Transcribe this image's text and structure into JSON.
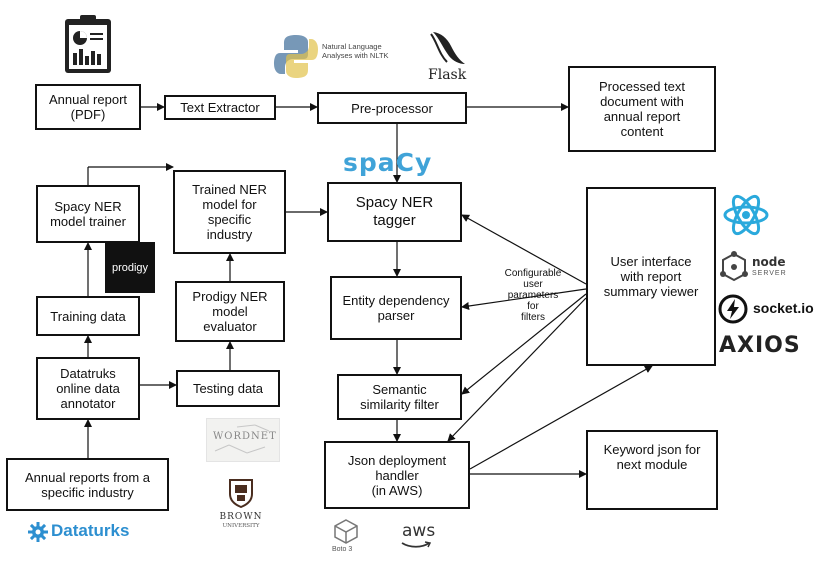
{
  "nodes": {
    "annual_report": "Annual report\n(PDF)",
    "text_extractor": "Text Extractor",
    "pre_processor": "Pre-processor",
    "processed_doc": "Processed text\ndocument with\nannual report\ncontent",
    "ner_trainer": "Spacy NER\nmodel trainer",
    "trained_ner": "Trained NER\nmodel for\nspecific\nindustry",
    "ner_tagger": "Spacy NER\ntagger",
    "user_interface": "User interface\nwith report\nsummary viewer",
    "training_data": "Training data",
    "prodigy_evaluator": "Prodigy NER\nmodel\nevaluator",
    "entity_parser": "Entity dependency\nparser",
    "datatruks": "Datatruks\nonline data\nannotator",
    "testing_data": "Testing data",
    "semantic_filter": "Semantic\nsimilarity filter",
    "json_handler": "Json deployment\nhandler\n(in AWS)",
    "keyword_json": "Keyword json for\nnext module",
    "annual_reports_industry": "Annual reports from a\nspecific industry"
  },
  "annotations": {
    "configurable": "Configurable\nuser\nparameters\nfor\nfilters"
  },
  "logos": {
    "nltk_text": "Natural Language\nAnalyses with NLTK",
    "flask": "Flask",
    "spacy": "spaCy",
    "prodigy": "prodigy",
    "node_name": "node",
    "node_sub": "SERVER",
    "socketio": "socket.io",
    "axios": "AXIOS",
    "wordnet": "WORDNET",
    "brown_1": "BROWN",
    "brown_2": "UNIVERSITY",
    "dataturks": "Dataturks",
    "boto": "Boto 3",
    "aws": "aws"
  },
  "colors": {
    "spacy": "#40a3d8",
    "dataturks": "#2d8fd0",
    "react": "#2aa9dc",
    "flask": "#222222",
    "nltk_blue": "#3d6c99",
    "nltk_yellow": "#e1c24a",
    "prodigy_bg": "#111111"
  },
  "icons": [
    "clipboard-report-icon",
    "python-nltk-icon",
    "flask-horn-icon",
    "react-atom-icon",
    "nodejs-icon",
    "socketio-bolt-icon",
    "axios-icon",
    "wordnet-icon",
    "brown-shield-icon",
    "dataturks-gear-icon",
    "boto3-cube-icon",
    "aws-smile-icon"
  ]
}
